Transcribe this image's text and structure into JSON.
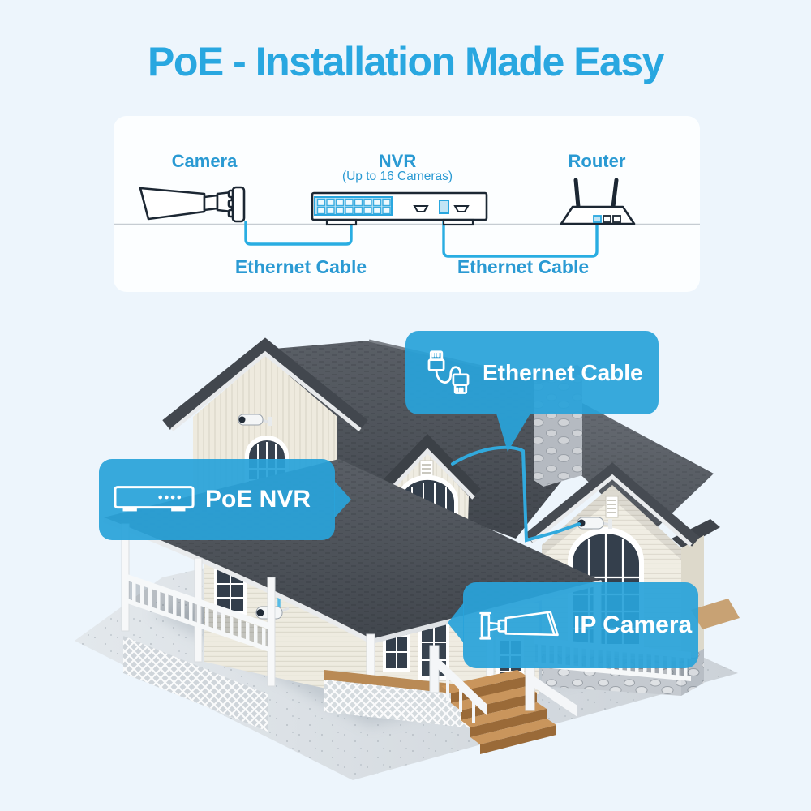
{
  "page": {
    "title": "PoE - Installation Made Easy"
  },
  "colors": {
    "background": "#edf5fc",
    "card": "#fcfeff",
    "title_blue": "#29a7e0",
    "label_blue": "#2a9ad3",
    "cable_blue": "#2bade2",
    "banner_blue": "#29a3d9",
    "banner_text": "#ffffff",
    "roof_gray": "#4e535a",
    "wall_cream": "#efece2"
  },
  "diagram": {
    "camera_label": "Camera",
    "nvr_label": "NVR",
    "nvr_sublabel": "(Up to 16 Cameras)",
    "router_label": "Router",
    "cable_left_label": "Ethernet Cable",
    "cable_right_label": "Ethernet Cable"
  },
  "callouts": {
    "ethernet_cable": "Ethernet Cable",
    "poe_nvr": "PoE NVR",
    "ip_camera": "IP Camera"
  },
  "icons": {
    "ethernet_cable": "ethernet-cable-icon",
    "poe_nvr": "nvr-icon",
    "ip_camera": "bullet-camera-icon"
  }
}
